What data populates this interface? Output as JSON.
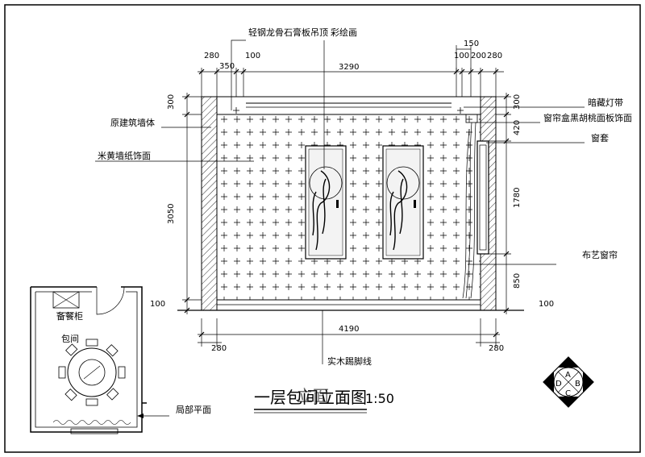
{
  "drawing": {
    "title": "一层包间立面图",
    "title_overlap": "立面",
    "scale": "1:50",
    "labels": {
      "ceiling_top": "轻钢龙骨石膏板吊顶",
      "painting_top": "彩绘画",
      "original_wall": "原建筑墙体",
      "wallpaper": "米黄墙纸饰面",
      "hidden_light": "暗藏灯带",
      "curtain_box": "窗帘盒黑胡桃面板饰面",
      "window_cover": "窗套",
      "fabric_curtain": "布艺窗帘",
      "baseboard": "实木踢脚线",
      "sideboard": "备餐柜",
      "private_room": "包间",
      "partial_plan": "局部平面"
    },
    "dims": {
      "top_280_left": "280",
      "top_350": "350",
      "top_100_left": "100",
      "top_3290": "3290",
      "top_150": "150",
      "top_100_right": "100",
      "top_200": "200",
      "top_280_right": "280",
      "left_300": "300",
      "left_3050": "3050",
      "left_100": "100",
      "right_300": "300",
      "right_420": "420",
      "right_1780": "1780",
      "right_850": "850",
      "right_100": "100",
      "bottom_4190": "4190",
      "bottom_280_left": "280",
      "bottom_280_right": "280"
    },
    "index_symbol": {
      "top": "A",
      "left": "D",
      "right": "B",
      "bottom": "C"
    }
  }
}
